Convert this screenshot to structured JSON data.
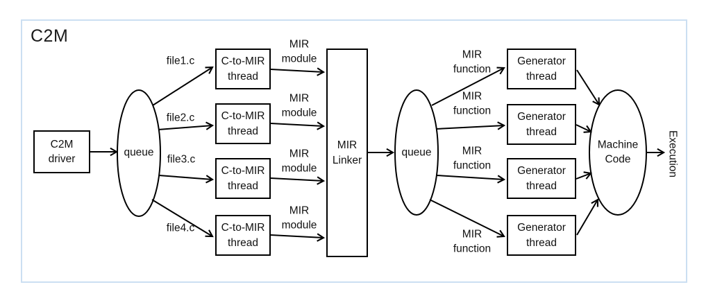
{
  "title": "C2M",
  "colors": {
    "frame_border": "#cbdff2",
    "shape_stroke": "#000000",
    "text": "#111111",
    "background": "#ffffff"
  },
  "nodes": {
    "driver": {
      "line1": "C2M",
      "line2": "driver"
    },
    "queue_front": {
      "label": "queue"
    },
    "c_to_mir_thread": {
      "line1": "C-to-MIR",
      "line2": "thread"
    },
    "mir_linker": {
      "line1": "MIR",
      "line2": "Linker"
    },
    "queue_back": {
      "label": "queue"
    },
    "generator_thread": {
      "line1": "Generator",
      "line2": "thread"
    },
    "machine_code": {
      "line1": "Machine",
      "line2": "Code"
    },
    "execution": {
      "label": "Execution"
    }
  },
  "edge_labels": {
    "files": [
      "file1.c",
      "file2.c",
      "file3.c",
      "file4.c"
    ],
    "mir_module": {
      "line1": "MIR",
      "line2": "module"
    },
    "mir_function": {
      "line1": "MIR",
      "line2": "function"
    }
  },
  "edges": [
    {
      "from": "C2M driver",
      "to": "queue (front)",
      "label": ""
    },
    {
      "from": "queue (front)",
      "to": "C-to-MIR thread 1",
      "label": "file1.c"
    },
    {
      "from": "queue (front)",
      "to": "C-to-MIR thread 2",
      "label": "file2.c"
    },
    {
      "from": "queue (front)",
      "to": "C-to-MIR thread 3",
      "label": "file3.c"
    },
    {
      "from": "queue (front)",
      "to": "C-to-MIR thread 4",
      "label": "file4.c"
    },
    {
      "from": "C-to-MIR thread 1",
      "to": "MIR Linker",
      "label": "MIR module"
    },
    {
      "from": "C-to-MIR thread 2",
      "to": "MIR Linker",
      "label": "MIR module"
    },
    {
      "from": "C-to-MIR thread 3",
      "to": "MIR Linker",
      "label": "MIR module"
    },
    {
      "from": "C-to-MIR thread 4",
      "to": "MIR Linker",
      "label": "MIR module"
    },
    {
      "from": "MIR Linker",
      "to": "queue (back)",
      "label": ""
    },
    {
      "from": "queue (back)",
      "to": "Generator thread 1",
      "label": "MIR function"
    },
    {
      "from": "queue (back)",
      "to": "Generator thread 2",
      "label": "MIR function"
    },
    {
      "from": "queue (back)",
      "to": "Generator thread 3",
      "label": "MIR function"
    },
    {
      "from": "queue (back)",
      "to": "Generator thread 4",
      "label": "MIR function"
    },
    {
      "from": "Generator thread 1",
      "to": "Machine Code",
      "label": ""
    },
    {
      "from": "Generator thread 2",
      "to": "Machine Code",
      "label": ""
    },
    {
      "from": "Generator thread 3",
      "to": "Machine Code",
      "label": ""
    },
    {
      "from": "Generator thread 4",
      "to": "Machine Code",
      "label": ""
    },
    {
      "from": "Machine Code",
      "to": "Execution",
      "label": "Execution"
    }
  ]
}
